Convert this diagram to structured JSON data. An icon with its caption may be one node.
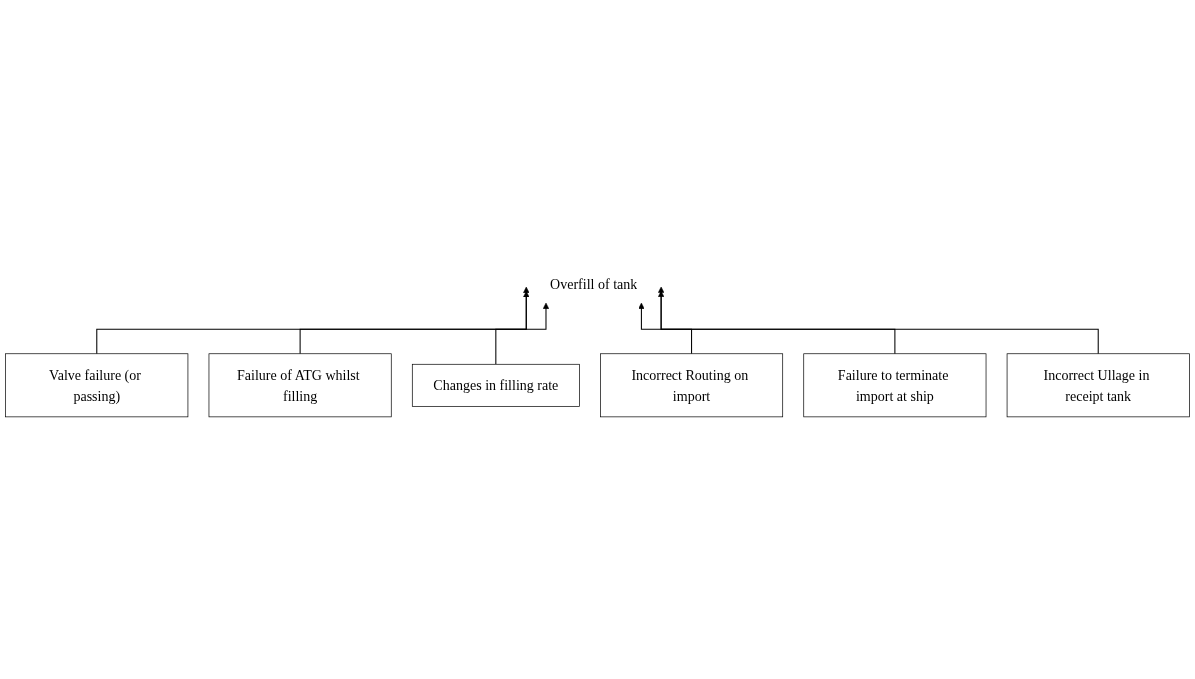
{
  "diagram": {
    "nodes": [
      {
        "text": [
          "Overfill of tank"
        ]
      },
      {
        "text": [
          "Valve failure (or passing)"
        ]
      },
      {
        "text": [
          "Failure of ATG whilst filling"
        ]
      },
      {
        "text": [
          "Changes in filling rate"
        ]
      },
      {
        "text": [
          "Incorrect Routing on import"
        ]
      },
      {
        "text": [
          "Failure to terminate import at ship"
        ]
      },
      {
        "text": [
          "Incorrect Ullage in receipt tank"
        ]
      }
    ],
    "edges": [
      {
        "from": 1,
        "to": 0,
        "arrow": "to"
      },
      {
        "from": 2,
        "to": 0,
        "arrow": "to"
      },
      {
        "from": 3,
        "to": 0,
        "arrow": "to"
      },
      {
        "from": 4,
        "to": 0,
        "arrow": "to"
      },
      {
        "from": 5,
        "to": 0,
        "arrow": "to"
      },
      {
        "from": 6,
        "to": 0,
        "arrow": "to"
      }
    ]
  }
}
